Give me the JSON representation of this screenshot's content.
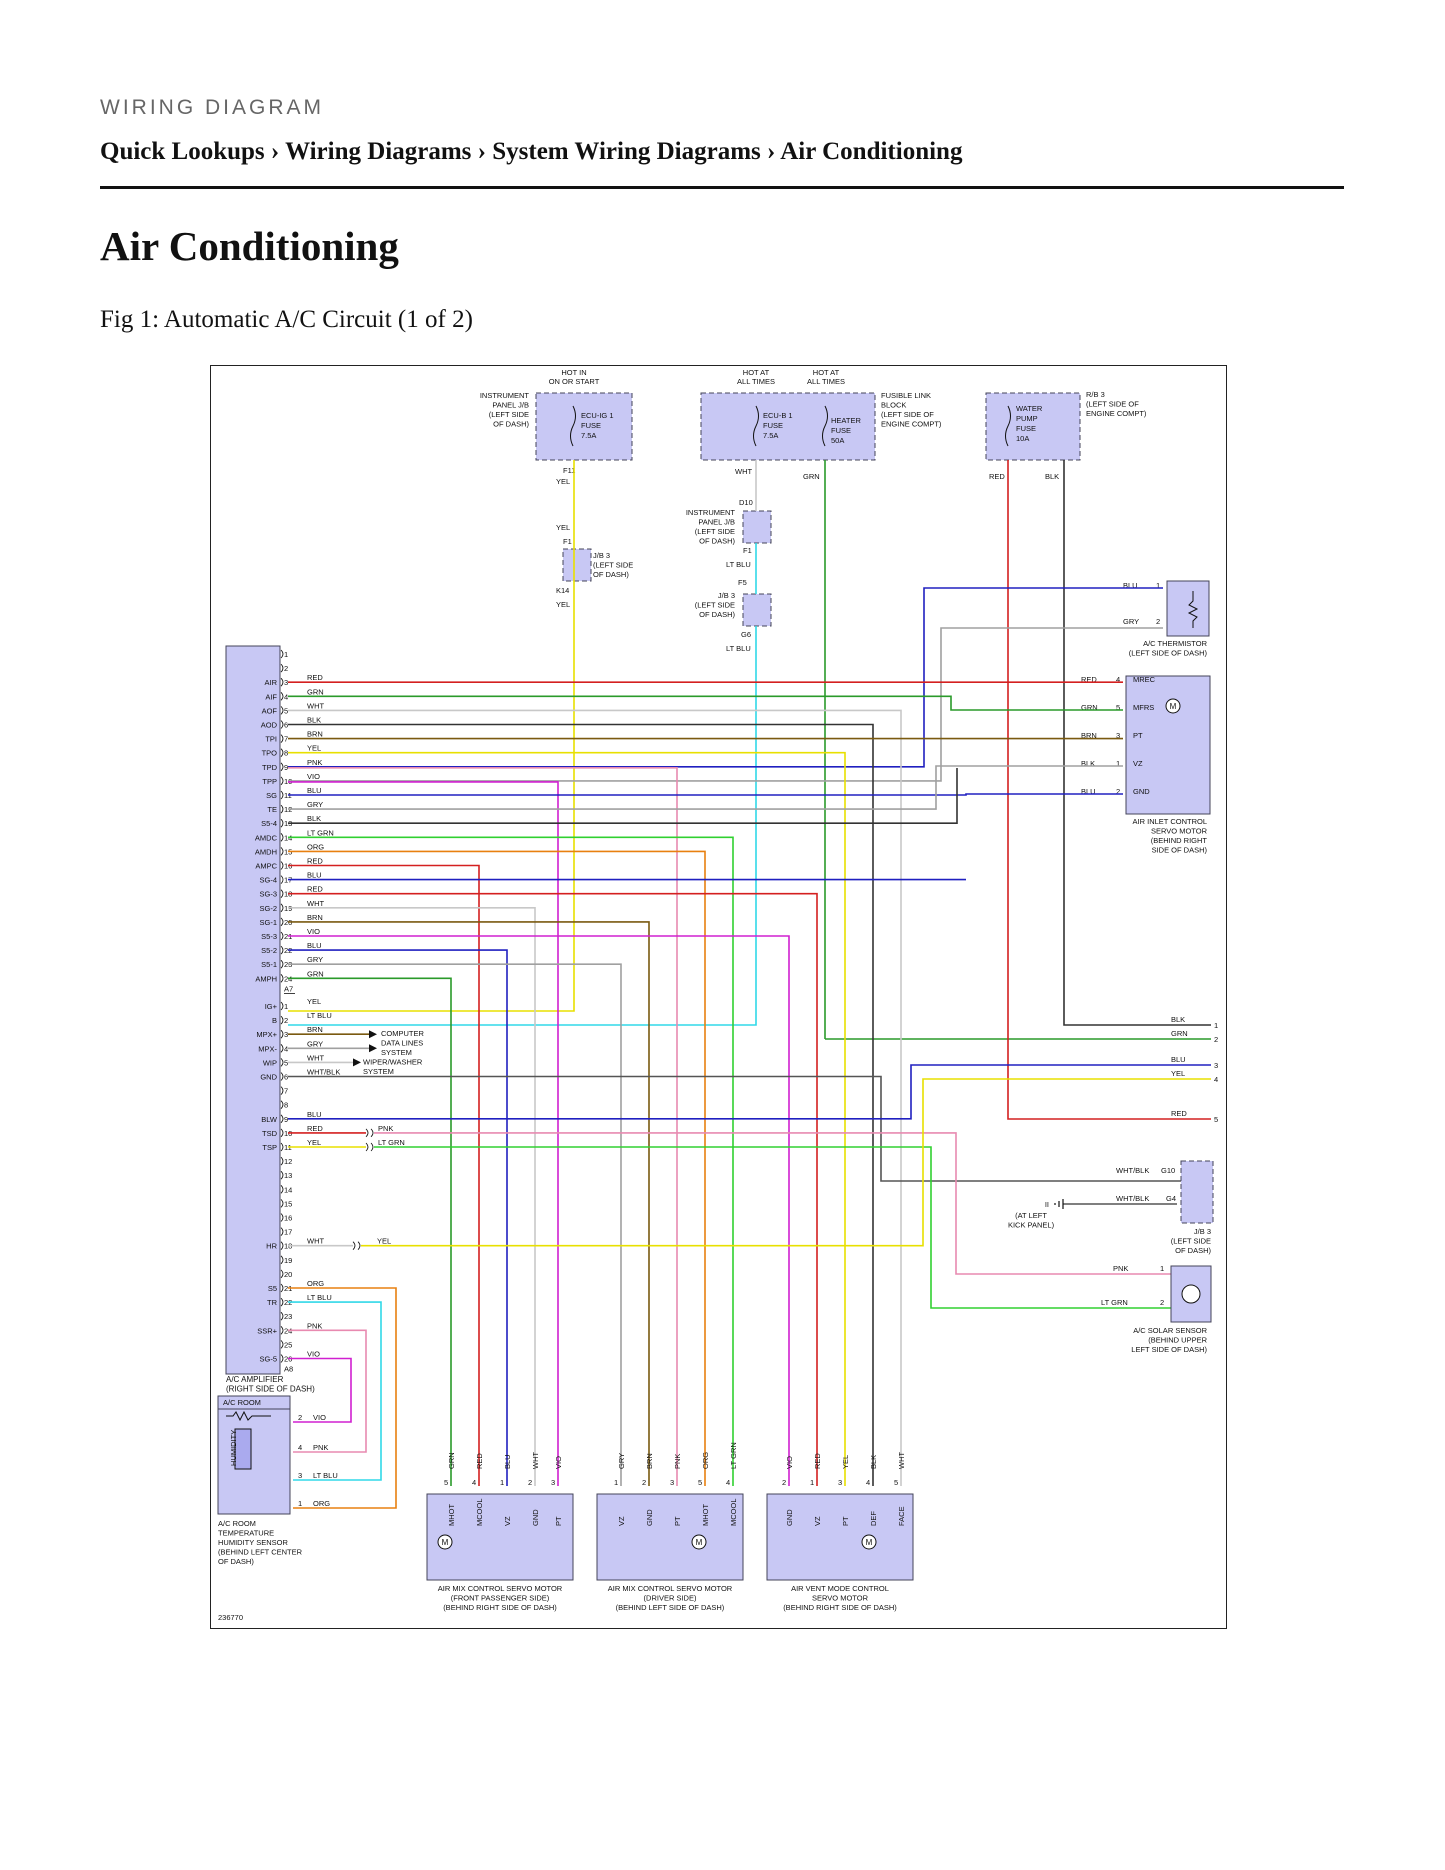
{
  "header": {
    "eyebrow": "WIRING DIAGRAM",
    "breadcrumb": [
      "Quick Lookups",
      "Wiring Diagrams",
      "System Wiring Diagrams",
      "Air Conditioning"
    ],
    "separator": "›"
  },
  "page": {
    "title": "Air Conditioning",
    "figure_caption": "Fig 1: Automatic A/C Circuit (1 of 2)"
  },
  "diagram": {
    "figure_id": "236770",
    "fuse_boxes": [
      {
        "hot": "HOT IN\nON OR START",
        "location": "INSTRUMENT\nPANEL J/B\n(LEFT SIDE\nOF DASH)",
        "fuse": "ECU-IG 1\nFUSE\n7.5A"
      },
      {
        "hot": "HOT AT\nALL TIMES",
        "location": "FUSIBLE LINK\nBLOCK\n(LEFT SIDE OF\nENGINE COMPT)",
        "fuse": "ECU-B 1\nFUSE\n7.5A"
      },
      {
        "hot": "HOT AT\nALL TIMES",
        "location": "",
        "fuse": "HEATER\nFUSE\n50A"
      },
      {
        "hot": "",
        "location": "R/B 3\n(LEFT SIDE OF\nENGINE COMPT)",
        "fuse": "WATER\nPUMP\nFUSE\n10A"
      }
    ],
    "junctions": [
      {
        "top_pin": "F11",
        "wire": "YEL"
      },
      {
        "location": "INSTRUMENT\nPANEL J/B\n(LEFT SIDE\nOF DASH)",
        "top_pin": "D10",
        "bottom_pin": "F1",
        "wire": "LT BLU"
      },
      {
        "location": "J/B 3\n(LEFT SIDE\nOF DASH)",
        "top_pin": "F1",
        "bottom_pin": "K14",
        "wire": "YEL"
      },
      {
        "location": "J/B 3\n(LEFT SIDE\nOF DASH)",
        "top_pin": "F5",
        "bottom_pin": "G6",
        "wire": "LT BLU"
      }
    ],
    "fuse_wires": [
      "YEL",
      "WHT",
      "GRN",
      "RED",
      "BLK"
    ],
    "amplifier": {
      "label": "A/C AMPLIFIER\n(RIGHT SIDE OF DASH)",
      "connector_a7": "A7",
      "connector_a8": "A8",
      "pins_a": [
        {
          "pin": "1",
          "name": "",
          "wire": ""
        },
        {
          "pin": "2",
          "name": "",
          "wire": ""
        },
        {
          "pin": "3",
          "name": "AIR",
          "wire": "RED"
        },
        {
          "pin": "4",
          "name": "AIF",
          "wire": "GRN"
        },
        {
          "pin": "5",
          "name": "AOF",
          "wire": "WHT"
        },
        {
          "pin": "6",
          "name": "AOD",
          "wire": "BLK"
        },
        {
          "pin": "7",
          "name": "TPI",
          "wire": "BRN"
        },
        {
          "pin": "8",
          "name": "TPO",
          "wire": "YEL"
        },
        {
          "pin": "9",
          "name": "TPD",
          "wire": "PNK"
        },
        {
          "pin": "10",
          "name": "TPP",
          "wire": "VIO"
        },
        {
          "pin": "11",
          "name": "SG",
          "wire": "BLU"
        },
        {
          "pin": "12",
          "name": "TE",
          "wire": "GRY"
        },
        {
          "pin": "13",
          "name": "S5-4",
          "wire": "BLK"
        },
        {
          "pin": "14",
          "name": "AMDC",
          "wire": "LT GRN"
        },
        {
          "pin": "15",
          "name": "AMDH",
          "wire": "ORG"
        },
        {
          "pin": "16",
          "name": "AMPC",
          "wire": "RED"
        },
        {
          "pin": "17",
          "name": "SG-4",
          "wire": "BLU"
        },
        {
          "pin": "18",
          "name": "SG-3",
          "wire": "RED"
        },
        {
          "pin": "19",
          "name": "SG-2",
          "wire": "WHT"
        },
        {
          "pin": "20",
          "name": "SG-1",
          "wire": "BRN"
        },
        {
          "pin": "21",
          "name": "S5-3",
          "wire": "VIO"
        },
        {
          "pin": "22",
          "name": "S5-2",
          "wire": "BLU"
        },
        {
          "pin": "23",
          "name": "S5-1",
          "wire": "GRY"
        },
        {
          "pin": "24",
          "name": "AMPH",
          "wire": "GRN"
        }
      ],
      "pins_b": [
        {
          "pin": "1",
          "name": "IG+",
          "wire": "YEL"
        },
        {
          "pin": "2",
          "name": "B",
          "wire": "LT BLU"
        },
        {
          "pin": "3",
          "name": "MPX+",
          "wire": "BRN"
        },
        {
          "pin": "4",
          "name": "MPX-",
          "wire": "GRY"
        },
        {
          "pin": "5",
          "name": "WIP",
          "wire": "WHT"
        },
        {
          "pin": "6",
          "name": "GND",
          "wire": "WHT/BLK"
        },
        {
          "pin": "7",
          "name": "",
          "wire": ""
        },
        {
          "pin": "8",
          "name": "",
          "wire": ""
        },
        {
          "pin": "9",
          "name": "BLW",
          "wire": "BLU"
        },
        {
          "pin": "10",
          "name": "TSD",
          "wire": "RED"
        },
        {
          "pin": "11",
          "name": "TSP",
          "wire": "YEL"
        },
        {
          "pin": "12",
          "name": "",
          "wire": ""
        },
        {
          "pin": "13",
          "name": "",
          "wire": ""
        },
        {
          "pin": "14",
          "name": "",
          "wire": ""
        },
        {
          "pin": "15",
          "name": "",
          "wire": ""
        },
        {
          "pin": "16",
          "name": "",
          "wire": ""
        },
        {
          "pin": "17",
          "name": "",
          "wire": ""
        },
        {
          "pin": "18",
          "name": "HR",
          "wire": "WHT"
        },
        {
          "pin": "19",
          "name": "",
          "wire": ""
        },
        {
          "pin": "20",
          "name": "",
          "wire": ""
        },
        {
          "pin": "21",
          "name": "S5",
          "wire": "ORG"
        },
        {
          "pin": "22",
          "name": "TR",
          "wire": "LT BLU"
        },
        {
          "pin": "23",
          "name": "",
          "wire": ""
        },
        {
          "pin": "24",
          "name": "SSR+",
          "wire": "PNK"
        },
        {
          "pin": "25",
          "name": "",
          "wire": ""
        },
        {
          "pin": "26",
          "name": "SG-5",
          "wire": "VIO"
        }
      ],
      "splice_wires": {
        "tsd": "PNK",
        "tsp": "LT GRN",
        "hr": "YEL"
      },
      "mpx_note": "COMPUTER\nDATA LINES\nSYSTEM",
      "wip_note": "WIPER/WASHER\nSYSTEM"
    },
    "thermistor": {
      "label": "A/C THERMISTOR\n(LEFT SIDE OF DASH)",
      "wires": [
        {
          "pin": "1",
          "wire": "BLU"
        },
        {
          "pin": "2",
          "wire": "GRY"
        }
      ]
    },
    "air_inlet": {
      "label": "AIR INLET CONTROL\nSERVO MOTOR\n(BEHIND RIGHT\nSIDE OF DASH)",
      "pins": [
        {
          "pin": "4",
          "name": "MREC",
          "wire": "RED"
        },
        {
          "pin": "5",
          "name": "MFRS",
          "wire": "GRN"
        },
        {
          "pin": "3",
          "name": "PT",
          "wire": "BRN"
        },
        {
          "pin": "1",
          "name": "VZ",
          "wire": "BLK"
        },
        {
          "pin": "2",
          "name": "GND",
          "wire": "BLU"
        }
      ]
    },
    "right_connector": [
      {
        "pin": "1",
        "wire": "BLK"
      },
      {
        "pin": "2",
        "wire": "GRN"
      },
      {
        "pin": "3",
        "wire": "BLU"
      },
      {
        "pin": "4",
        "wire": "YEL"
      },
      {
        "pin": "5",
        "wire": "RED"
      }
    ],
    "ground": {
      "jb_label": "J/B 3\n(LEFT SIDE\nOF DASH)",
      "pins": [
        {
          "pin": "G10",
          "wire": "WHT/BLK"
        },
        {
          "pin": "G4",
          "wire": "WHT/BLK"
        }
      ],
      "ground_point": "II",
      "ground_label": "(AT LEFT\nKICK PANEL)"
    },
    "solar_sensor": {
      "label": "A/C SOLAR SENSOR\n(BEHIND UPPER\nLEFT SIDE OF DASH)",
      "wires": [
        {
          "pin": "1",
          "wire": "PNK"
        },
        {
          "pin": "2",
          "wire": "LT GRN"
        }
      ]
    },
    "humidity_sensor": {
      "header": "A/C ROOM",
      "element": "HUMIDITY",
      "label": "A/C ROOM\nTEMPERATURE\nHUMIDITY SENSOR\n(BEHIND LEFT CENTER\nOF DASH)",
      "pins": [
        {
          "pin": "2",
          "wire": "VIO"
        },
        {
          "pin": "4",
          "wire": "PNK"
        },
        {
          "pin": "3",
          "wire": "LT BLU"
        },
        {
          "pin": "1",
          "wire": "ORG"
        }
      ]
    },
    "servo_motors": [
      {
        "label": "AIR MIX CONTROL SERVO MOTOR\n(FRONT PASSENGER SIDE)\n(BEHIND RIGHT SIDE OF DASH)",
        "wires": [
          "GRN",
          "RED",
          "BLU",
          "WHT",
          "VIO"
        ],
        "pins": [
          "5",
          "4",
          "1",
          "2",
          "3"
        ],
        "terms": [
          "MHOT",
          "MCOOL",
          "VZ",
          "GND",
          "PT"
        ]
      },
      {
        "label": "AIR MIX CONTROL SERVO MOTOR\n(DRIVER SIDE)\n(BEHIND LEFT SIDE OF DASH)",
        "wires": [
          "GRY",
          "BRN",
          "PNK",
          "ORG",
          "LT GRN"
        ],
        "pins": [
          "1",
          "2",
          "3",
          "5",
          "4"
        ],
        "terms": [
          "VZ",
          "GND",
          "PT",
          "MHOT",
          "MCOOL"
        ]
      },
      {
        "label": "AIR VENT MODE CONTROL\nSERVO MOTOR\n(BEHIND RIGHT SIDE OF DASH)",
        "wires": [
          "VIO",
          "RED",
          "YEL",
          "BLK",
          "WHT"
        ],
        "pins": [
          "2",
          "1",
          "3",
          "4",
          "5"
        ],
        "terms": [
          "GND",
          "VZ",
          "PT",
          "DEF",
          "FACE"
        ]
      }
    ]
  },
  "colors": {
    "RED": "#d42020",
    "GRN": "#2a9a2a",
    "WHT": "#c8c8c8",
    "BLK": "#333333",
    "BRN": "#7a5a10",
    "YEL": "#e8e000",
    "PNK": "#e88ab0",
    "VIO": "#d020d0",
    "BLU": "#2020c0",
    "GRY": "#a0a0a0",
    "LT GRN": "#30d030",
    "ORG": "#e88010",
    "LT BLU": "#30d8e8",
    "WHT/BLK": "#555555",
    "component_fill": "#c8c8f4",
    "component_stroke": "#44445a"
  }
}
